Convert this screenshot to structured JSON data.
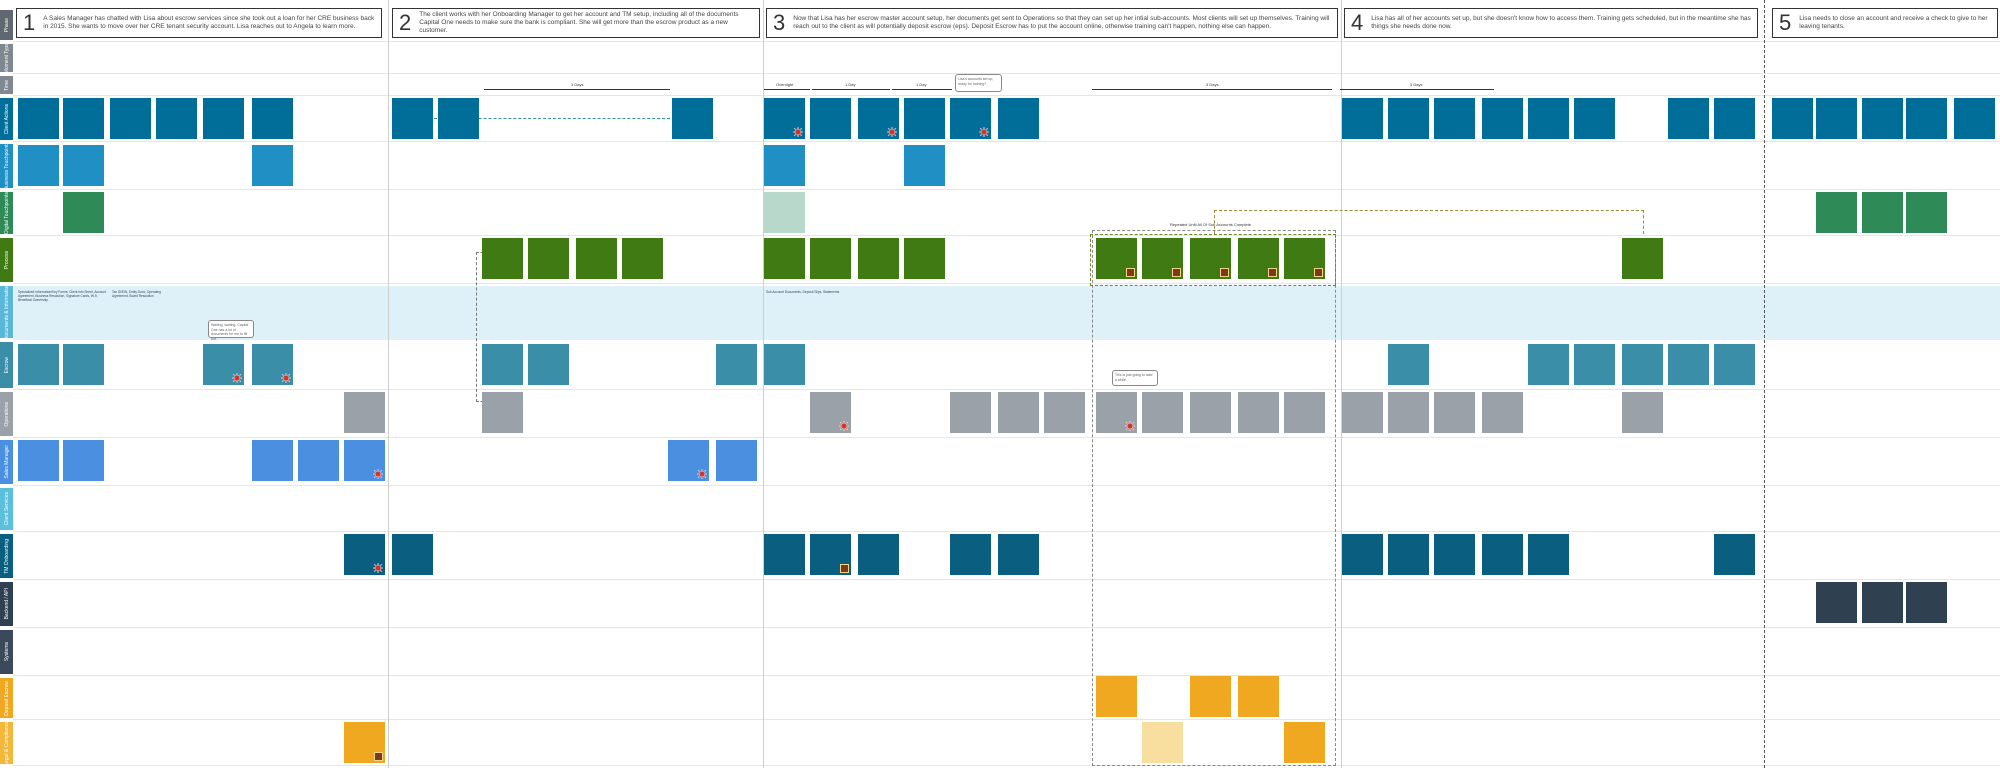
{
  "phases": [
    {
      "number": "1",
      "text": "A Sales Manager has chatted with Lisa about escrow services since she took out a loan for her CRE business back in 2015. She wants to move over her CRE tenant security account. Lisa reaches out to Angela to learn more."
    },
    {
      "number": "2",
      "text": "The client works with her Onboarding Manager to get her account and TM setup, including all of the documents Capital One needs to make sure the bank is compliant. She will get more than the escrow product as a new customer."
    },
    {
      "number": "3",
      "text": "Now that Lisa has her escrow master account setup, her documents get sent to Operations so that they can set up her intial sub-accounts. Most clients will set up themselves. Training will reach out to the client as will potentially deposit escrow (eps). Deposit Escrow has to put the account online, otherwise training can't happen, nothing else can happen."
    },
    {
      "number": "4",
      "text": "Lisa has all of her accounts set up, but she doesn't know how to access them. Training gets scheduled, but in the meantime she has things she needs done now."
    },
    {
      "number": "5",
      "text": "Lisa needs to close an account and receive a check to give to her leaving tenants."
    }
  ],
  "lanes": [
    {
      "label": "Phase",
      "color": "#5f6770"
    },
    {
      "label": "Moment Type",
      "color": "#7f8890"
    },
    {
      "label": "Time",
      "color": "#7f8890"
    },
    {
      "label": "Client Actions",
      "color": "#006e99"
    },
    {
      "label": "Business Touchpoints",
      "color": "#1f8fc4"
    },
    {
      "label": "Digital Touchpoints",
      "color": "#2e8b57"
    },
    {
      "label": "Process",
      "color": "#3f7a12"
    },
    {
      "label": "Documents & Information",
      "color": "#59b7d8"
    },
    {
      "label": "Escrow",
      "color": "#3a8ea8"
    },
    {
      "label": "Operations",
      "color": "#9aa1a8"
    },
    {
      "label": "Sales Manager",
      "color": "#4a8fe0"
    },
    {
      "label": "Client Services",
      "color": "#5bc0de"
    },
    {
      "label": "TM Onboarding",
      "color": "#0a5f80"
    },
    {
      "label": "Backend / API",
      "color": "#2f4050"
    },
    {
      "label": "Systems",
      "color": "#3a4a5a"
    },
    {
      "label": "Deposit Escrow",
      "color": "#f0a820"
    },
    {
      "label": "Legal & Compliance",
      "color": "#f3b73a"
    }
  ],
  "durations": [
    {
      "label": "3 Days"
    },
    {
      "label": "Overnight"
    },
    {
      "label": "1 Day"
    },
    {
      "label": "1 Day"
    },
    {
      "label": "3 Days"
    },
    {
      "label": "3 Days"
    }
  ],
  "callouts": [
    {
      "text": "Lisa's accounts set up, ready for training?"
    },
    {
      "text": "Waiting, waiting. Capital One has a lot of documents for me to fill out."
    },
    {
      "text": "This is just going to take a while."
    }
  ],
  "repeat_label": "Repeated Until All Of Sub Accounts Complete",
  "band_notes": [
    {
      "text": "Specialized Information/Key Forms: Client Info Sheet, Account Agreement, Business Resolution, Signature Cards, W-9, Beneficial Ownership"
    },
    {
      "text": "Tax ID/EIN, Entity Docs, Operating Agreement, Board Resolution"
    },
    {
      "text": "Sub Account Documents, Deposit Slips, Statements"
    }
  ],
  "colors": {
    "blue_dark": "#006e99",
    "blue_mid": "#1f8fc4",
    "green": "#2e8b57",
    "green_dark": "#3f7a12",
    "teal": "#3a8ea8",
    "gray": "#9aa1a8",
    "blue_bright": "#4a8fe0",
    "navy": "#0a5f80",
    "slate": "#2f4050",
    "orange": "#f0a820",
    "orange_light": "#f8dfa0",
    "mint": "#b9d8cc",
    "band": "#dff1f8"
  }
}
